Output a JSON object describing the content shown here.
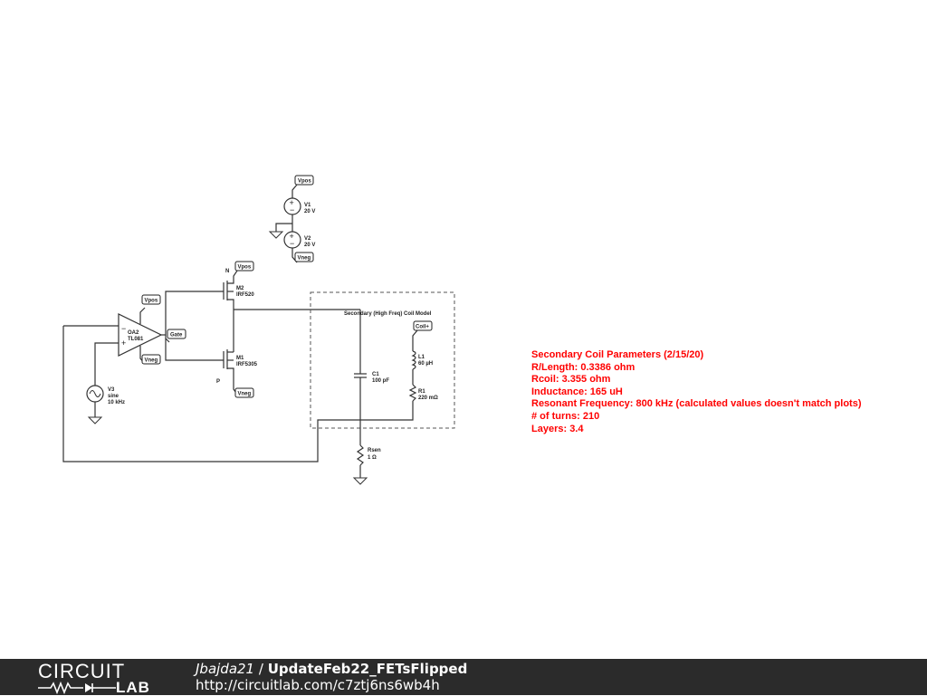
{
  "schematic": {
    "tags": {
      "vpos_v1": "Vpos",
      "vneg_v2": "Vneg",
      "vpos_m2": "Vpos",
      "vpos_oa2": "Vpos",
      "gate": "Gate",
      "vneg_oa2": "Vneg",
      "vneg_m1": "Vneg",
      "coil": "Coil+"
    },
    "components": {
      "v1": {
        "name": "V1",
        "value": "20 V"
      },
      "v2": {
        "name": "V2",
        "value": "20 V"
      },
      "m2": {
        "name": "M2",
        "value": "IRF520",
        "type": "N"
      },
      "m1": {
        "name": "M1",
        "value": "IRF5305",
        "type": "P"
      },
      "oa2": {
        "name": "OA2",
        "value": "TL081",
        "minus": "−",
        "plus": "+"
      },
      "v3": {
        "name": "V3",
        "wave": "sine",
        "value": "10 kHz"
      },
      "c1": {
        "name": "C1",
        "value": "100 pF"
      },
      "l1": {
        "name": "L1",
        "value": "60 µH"
      },
      "r1": {
        "name": "R1",
        "value": "220 mΩ"
      },
      "rsen": {
        "name": "Rsen",
        "value": "1 Ω"
      }
    },
    "coil_model_label": "Secondary (High Freq) Coil Model"
  },
  "notes": [
    "Secondary Coil Parameters (2/15/20)",
    "R/Length: 0.3386 ohm",
    "Rcoil: 3.355 ohm",
    "Inductance: 165 uH",
    "Resonant Frequency: 800 kHz (calculated values doesn't match plots)",
    "# of turns: 210",
    "Layers: 3.4"
  ],
  "footer": {
    "logo_top": "CIRCUIT",
    "logo_bottom": "LAB",
    "user": "Jbajda21",
    "separator": " / ",
    "project": "UpdateFeb22_FETsFlipped",
    "url": "http://circuitlab.com/c7ztj6ns6wb4h"
  },
  "colors": {
    "notes": "#ff0000",
    "footer_bg": "#2b2b2b"
  }
}
